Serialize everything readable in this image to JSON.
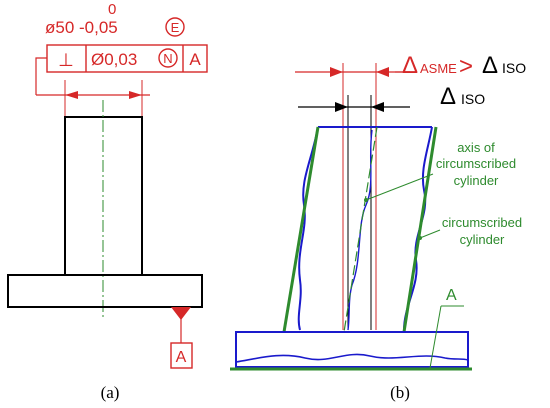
{
  "panel_a": {
    "dimension_value": "ø50 -0,05",
    "upper_tolerance": "0",
    "envelope_modifier": "E",
    "frame_symbol": "⊥",
    "frame_tolerance": "Ø0,03",
    "frame_modifier": "N",
    "frame_datum": "A",
    "datum_label": "A",
    "caption": "(a)"
  },
  "panel_b": {
    "asme_delta": "Δ",
    "asme_sub": "ASME",
    "gt": ">",
    "iso_delta_top": "Δ",
    "iso_sub_top": "ISO",
    "iso_delta": "Δ",
    "iso_sub": "ISO",
    "axis_label_1": "axis of",
    "axis_label_2": "circumscribed",
    "axis_label_3": "cylinder",
    "cyl_label_1": "circumscribed",
    "cyl_label_2": "cylinder",
    "datum_label": "A",
    "caption": "(b)"
  },
  "colors": {
    "red": "#d62828",
    "green": "#2e8b2e",
    "blue": "#1a1acc",
    "black": "#000000"
  }
}
